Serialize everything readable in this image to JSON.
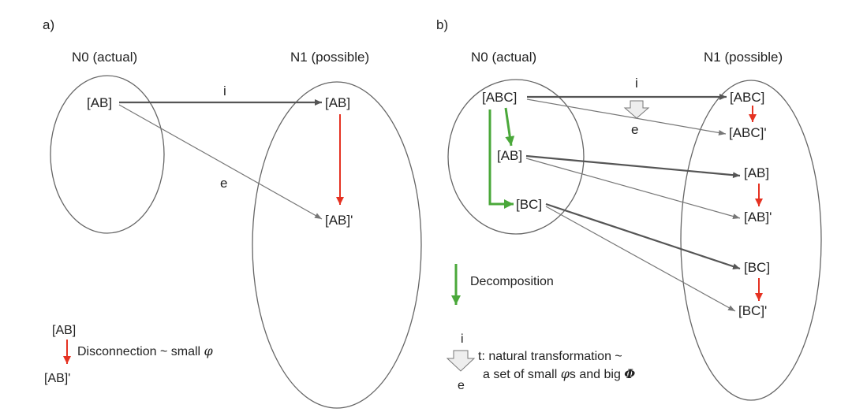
{
  "panels": {
    "a": {
      "label": "a)",
      "set_n0": "N0 (actual)",
      "set_n1": "N1 (possible)",
      "node_ab": "[AB]",
      "node_ab_n1": "[AB]",
      "node_ab_prime": "[AB]'",
      "arrow_i": "i",
      "arrow_e": "e",
      "legend": {
        "top": "[AB]",
        "bottom": "[AB]'",
        "text": "Disconnection ~ small ",
        "symbol": "φ"
      }
    },
    "b": {
      "label": "b)",
      "set_n0": "N0 (actual)",
      "set_n1": "N1 (possible)",
      "node_abc": "[ABC]",
      "node_ab": "[AB]",
      "node_bc": "[BC]",
      "n1_abc": "[ABC]",
      "n1_abc_prime": "[ABC]'",
      "n1_ab": "[AB]",
      "n1_ab_prime": "[AB]'",
      "n1_bc": "[BC]",
      "n1_bc_prime": "[BC]'",
      "arrow_i": "i",
      "arrow_e": "e",
      "legend_decomposition": "Decomposition",
      "legend_i": "i",
      "legend_e": "e",
      "legend_t_line1": "t: natural transformation ~",
      "legend_t_line2_pre": "a set of small ",
      "legend_t_phi_small": "φ",
      "legend_t_line2_mid": "s and big ",
      "legend_t_phi_big": "Φ"
    }
  },
  "colors": {
    "line": "#555555",
    "thin_line": "#777777",
    "red": "#e53222",
    "green": "#4aa83a",
    "ellipse": "#666666",
    "hollow_arrow_fill": "#eeeeee"
  }
}
